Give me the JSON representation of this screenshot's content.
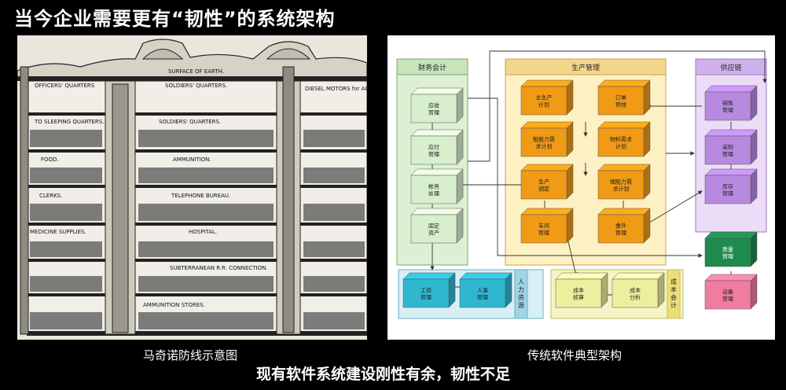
{
  "title": "当今企业需要更有“韧性”的系统架构",
  "left": {
    "caption": "马奇诺防线示意图",
    "labels": {
      "surface": "SURFACE OF EARTH.",
      "officers": "OFFICERS' QUARTERS",
      "soldiers1": "SOLDIERS' QUARTERS.",
      "diesel": "DIESEL MOTORS for AIR and LIGHT.",
      "sleeping": "TO SLEEPING QUARTERS.",
      "soldiers2": "SOLDIERS' QUARTERS.",
      "food": "FOOD.",
      "ammunition": "AMMUNITION.",
      "clerks": "CLERKS.",
      "telephone": "TELEPHONE BUREAU.",
      "medicine": "MEDICINE SUPPLIES.",
      "hospital": "HOSPITAL.",
      "subterranean": "SUBTERRANEAN R.R. CONNECTION.",
      "ammo_stores": "AMMUNITION STORES."
    }
  },
  "right": {
    "caption": "传统软件典型架构",
    "groups": {
      "finance": "财务会计",
      "production": "生产管理",
      "supply": "供应链",
      "hr": "人力资源",
      "cost": "成本会计"
    },
    "boxes": {
      "receivable": "应收 管理",
      "payable": "应付 管理",
      "ledger": "帐务 处理",
      "fixed_assets": "固定 资产",
      "mps": "主生产 计划",
      "order": "订单 预排",
      "rccp": "粗能力需 求计划",
      "mrp": "物料需求 计划",
      "dispatch": "生产 调度",
      "crp": "细能力需 求计划",
      "workshop": "车间 管理",
      "outsource": "委外 管理",
      "sales": "销售 管理",
      "purchase": "采购 管理",
      "inventory": "库存 管理",
      "quality": "质量 管理",
      "equipment": "设备 管理",
      "payroll": "工资 管理",
      "personnel": "人事 管理",
      "costing": "成本 核算",
      "cost_analysis": "成本 分析"
    },
    "colors": {
      "green": "#d7efcd",
      "orange": "#f09a16",
      "purple": "#b78ae0",
      "teal": "#2fb7cf",
      "yellow": "#eeee9f",
      "dark_green": "#1f8a4e",
      "pink": "#f07ca0"
    }
  },
  "bottom_text": "现有软件系统建设刚性有余，韧性不足"
}
